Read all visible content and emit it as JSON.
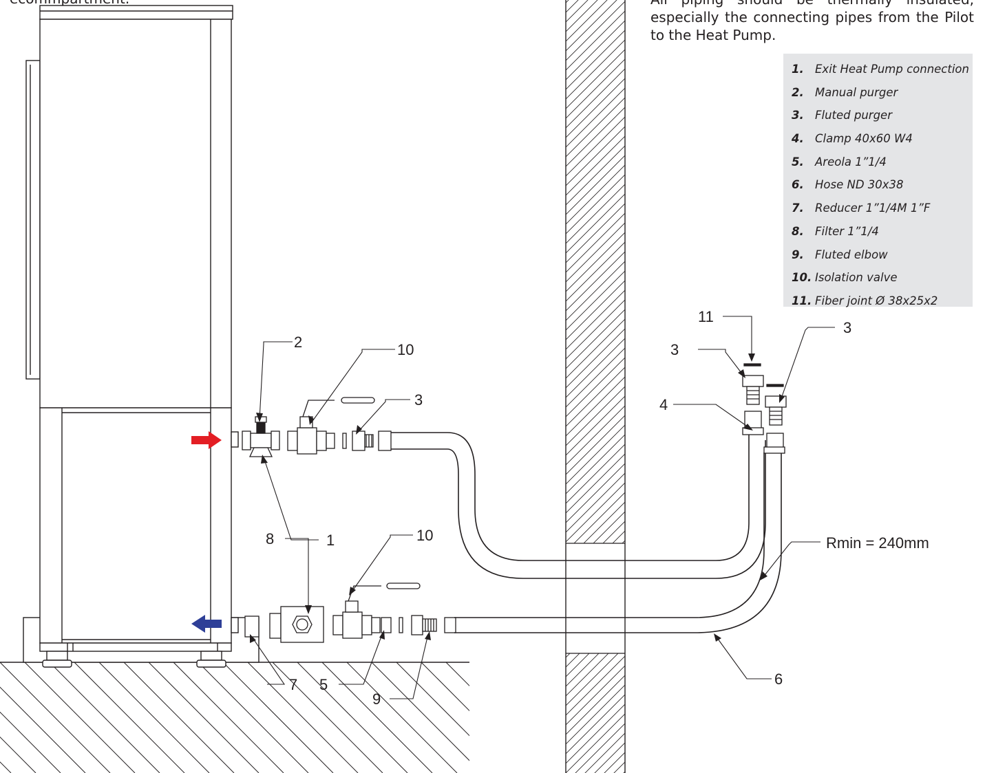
{
  "top_left_fragment": "ecommpartment.",
  "note": {
    "lines": [
      "All piping should be thermally insulated,",
      "especially the connecting pipes from the Pilot",
      "to the Heat Pump."
    ]
  },
  "legend": {
    "items": [
      {
        "num": "1.",
        "label": "Exit Heat Pump connection"
      },
      {
        "num": "2.",
        "label": "Manual purger"
      },
      {
        "num": "3.",
        "label": "Fluted purger"
      },
      {
        "num": "4.",
        "label": "Clamp 40x60 W4"
      },
      {
        "num": "5.",
        "label": "Areola 1”1/4"
      },
      {
        "num": "6.",
        "label": "Hose ND 30x38"
      },
      {
        "num": "7.",
        "label": "Reducer 1”1/4M 1”F"
      },
      {
        "num": "8.",
        "label": "Filter 1”1/4"
      },
      {
        "num": "9.",
        "label": "Fluted elbow"
      },
      {
        "num": "10.",
        "label": "Isolation valve"
      },
      {
        "num": "11.",
        "label": "Fiber joint Ø 38x25x2"
      }
    ]
  },
  "callouts": {
    "c1": "1",
    "c2": "2",
    "c3_outlet": "3",
    "c3_upper_left": "3",
    "c3_upper_right": "3",
    "c4": "4",
    "c5": "5",
    "c6": "6",
    "c7": "7",
    "c8": "8",
    "c9": "9",
    "c10_top": "10",
    "c10_bottom": "10",
    "c11": "11"
  },
  "radius_label": "Rmin = 240mm",
  "colors": {
    "line": "#231f20",
    "hot_arrow": "#e31e24",
    "cold_arrow": "#2e3f97",
    "legend_bg": "#e4e5e7"
  }
}
